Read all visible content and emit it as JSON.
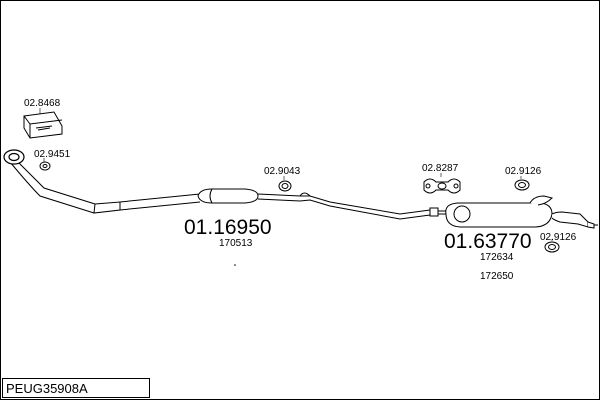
{
  "labels": {
    "clamp_top": "02.8468",
    "gasket_front": "02.9451",
    "clamp_mid": "02.9043",
    "rubber_mount": "02.8287",
    "clamp_rear": "02.9126",
    "clamp_rear2": "02.9126"
  },
  "parts": {
    "middle_number": "01.16950",
    "middle_oe": "170513",
    "rear_number": "01.63770",
    "rear_oe1": "172634",
    "rear_oe2": "172650"
  },
  "footer": {
    "code": "PEUG35908A"
  },
  "colors": {
    "line": "#000000",
    "background": "#ffffff"
  }
}
